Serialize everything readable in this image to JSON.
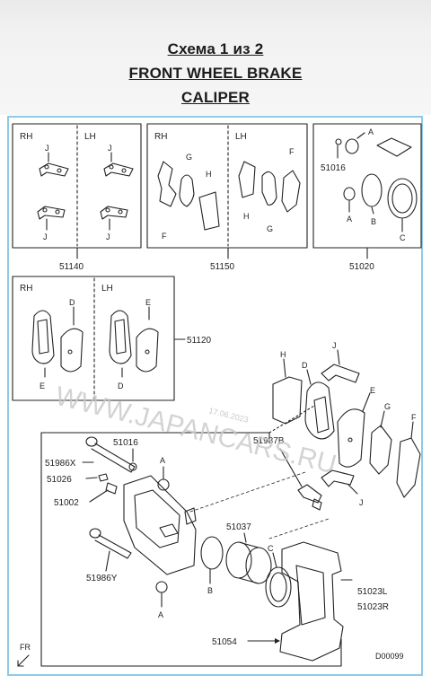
{
  "header": {
    "line1": "Схема 1 из 2",
    "line2": "FRONT WHEEL BRAKE",
    "line3": "CALIPER"
  },
  "diagram": {
    "side_right": "RH",
    "side_left": "LH",
    "group_clips": "51140",
    "group_shims": "51150",
    "group_kit": "51020",
    "group_pads": "51120",
    "part_51016": "51016",
    "part_51987b": "51987B",
    "part_51986x": "51986X",
    "part_51026": "51026",
    "part_51002": "51002",
    "part_51986y": "51986Y",
    "part_51037": "51037",
    "part_51023l": "51023L",
    "part_51023r": "51023R",
    "part_51054": "51054",
    "letter_a": "A",
    "letter_b": "B",
    "letter_c": "C",
    "letter_d": "D",
    "letter_e": "E",
    "letter_f": "F",
    "letter_g": "G",
    "letter_h": "H",
    "letter_j": "J",
    "front_marker": "FR",
    "drawing_code": "D00099",
    "watermark": "WWW.JAPANCARS.RU",
    "watermark_date": "17.06.2023"
  }
}
